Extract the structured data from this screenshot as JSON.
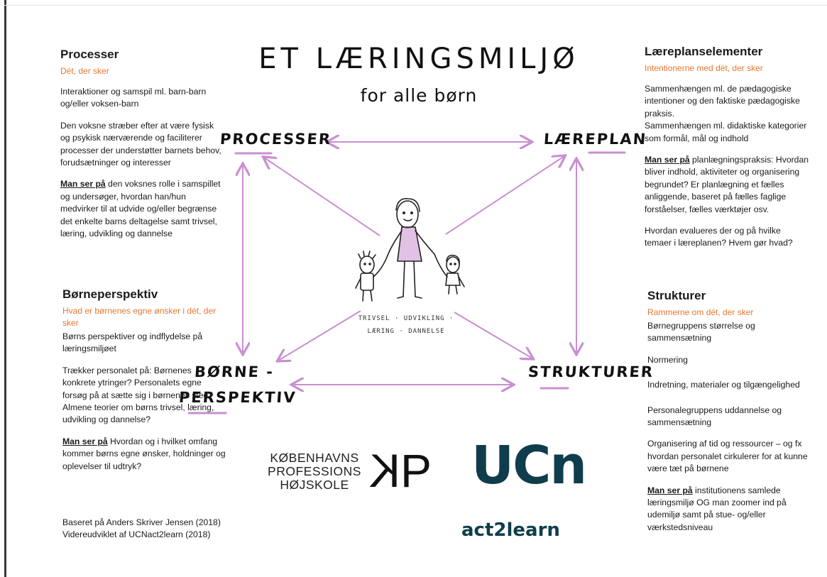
{
  "title": "ET LÆRINGSMILJØ",
  "subtitle": "for alle børn",
  "nodes": {
    "processer": "PROCESSER",
    "laereplan": "LÆREPLAN",
    "borne_line1": "BØRNE -",
    "borne_line2": "PERSPEKTIV",
    "strukturer": "STRUKTURER"
  },
  "center_caption": {
    "line1": "TRIVSEL · UDVIKLING ·",
    "line2": "LÆRING · DANNELSE"
  },
  "processer_box": {
    "heading": "Processer",
    "sub": "Dét, der sker",
    "p1": "Interaktioner og samspil ml. barn-barn og/eller voksen-barn",
    "p2": "Den voksne stræber efter at være fysisk og psykisk nærværende og faciliterer processer der understøtter barnets behov, forudsætninger og interesser",
    "p3_lead": "Man ser på",
    "p3_rest": " den voksnes rolle i samspillet og undersøger, hvordan han/hun medvirker til at udvide og/eller begrænse det enkelte barns deltagelse samt trivsel, læring, udvikling og dannelse"
  },
  "borne_box": {
    "heading": "Børneperspektiv",
    "sub": "Hvad er børnenes egne ønsker i dét, der sker",
    "p1": "Børns perspektiver og indflydelse på læringsmiljøet",
    "p2": "Trækker personalet på: Børnenes konkrete ytringer? Personalets egne forsøg på at sætte sig i børnenes sted? Almene teorier om børns trivsel, læring, udvikling og dannelse?",
    "p3_lead": "Man ser på",
    "p3_rest": " Hvordan og i hvilket omfang kommer børns egne ønsker, holdninger og oplevelser til udtryk?"
  },
  "laereplan_box": {
    "heading": "Læreplanselementer",
    "sub": "Intentionerne med dét, der sker",
    "p1": "Sammenhængen ml. de pædagogiske intentioner og den faktiske pædagogiske praksis.",
    "p2": "Sammenhængen ml. didaktiske kategorier som formål, mål og indhold",
    "p3_lead": "Man ser på",
    "p3_rest": " planlægningspraksis: Hvordan bliver indhold, aktiviteter og organisering begrundet? Er planlægning et fælles anliggende, baseret på fælles faglige forståelser, fælles værktøjer osv.",
    "p4": "Hvordan evalueres der og på hvilke temaer i læreplanen? Hvem gør hvad?"
  },
  "strukturer_box": {
    "heading": "Strukturer",
    "sub": "Rammerne om dét, der sker",
    "p1": "Børnegruppens størrelse og sammensætning",
    "p2": "Normering",
    "p3": "Indretning, materialer og tilgængelighed",
    "p4": "Personalegruppens uddannelse og sammensætning",
    "p5": "Organisering af tid og ressourcer – og fx hvordan personalet cirkulerer for at kunne være tæt på børnene",
    "p6_lead": "Man ser på",
    "p6_rest": " institutionens samlede læringsmiljø OG man zoomer ind på udemiljø samt på stue- og/eller værkstedsniveau"
  },
  "footnote": {
    "line1": "Baseret på Anders Skriver Jensen (2018)",
    "line2": "Videreudviklet af UCNact2learn (2018)"
  },
  "logos": {
    "kp_line1": "KØBENHAVNS",
    "kp_line2": "PROFESSIONS",
    "kp_line3": "HØJSKOLE",
    "kp_mark_k": "K",
    "kp_mark_p": "P",
    "ucn": "UCn",
    "act2learn": "act2learn"
  },
  "colors": {
    "accent_orange": "#e8772e",
    "arrow_purple": "#c98fd0",
    "ucn_teal": "#0f3d4c"
  }
}
